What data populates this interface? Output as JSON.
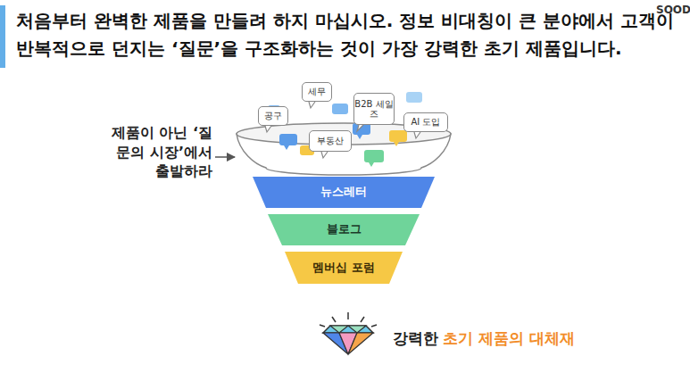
{
  "diagram": {
    "title": "처음부터 완벽한 제품을 만들려 하지 마십시오. 정보 비대칭이 큰 분야에서 고객이 반복적으로 던지는 ‘질문’을 구조화하는 것이 가장 강력한 초기 제품입니다.",
    "nodes": [
      {
        "text": [
          "세무"
        ]
      },
      {
        "text": [
          "B2B 세일즈"
        ]
      },
      {
        "text": [
          "공구"
        ]
      },
      {
        "text": [
          "AI 도입"
        ]
      },
      {
        "text": [
          "부동산"
        ]
      },
      {
        "text": [
          "뉴스레터"
        ]
      },
      {
        "text": [
          "블로그"
        ]
      },
      {
        "text": [
          "멤버십 포럼"
        ]
      }
    ],
    "labels": [
      "SOOD",
      "제품이 아닌 ‘질문의 시장’에서 출발하라",
      "강력한",
      "초기 제품의 대체재"
    ]
  }
}
